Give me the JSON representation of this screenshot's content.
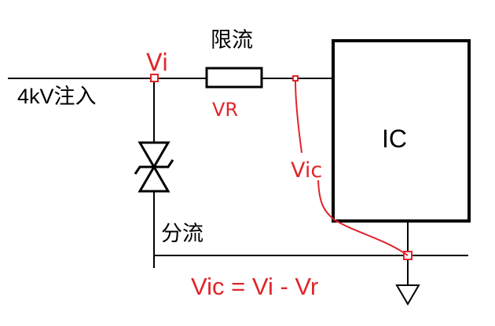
{
  "labels": {
    "input": "4kV注入",
    "limit": "限流",
    "shunt": "分流",
    "ic": "IC",
    "vi": "Vi",
    "vr": "VR",
    "vic": "Vic",
    "equation": "Vic = Vi - Vr"
  },
  "colors": {
    "wire": "#000000",
    "annotation": "#e0262b",
    "background": "#ffffff"
  }
}
